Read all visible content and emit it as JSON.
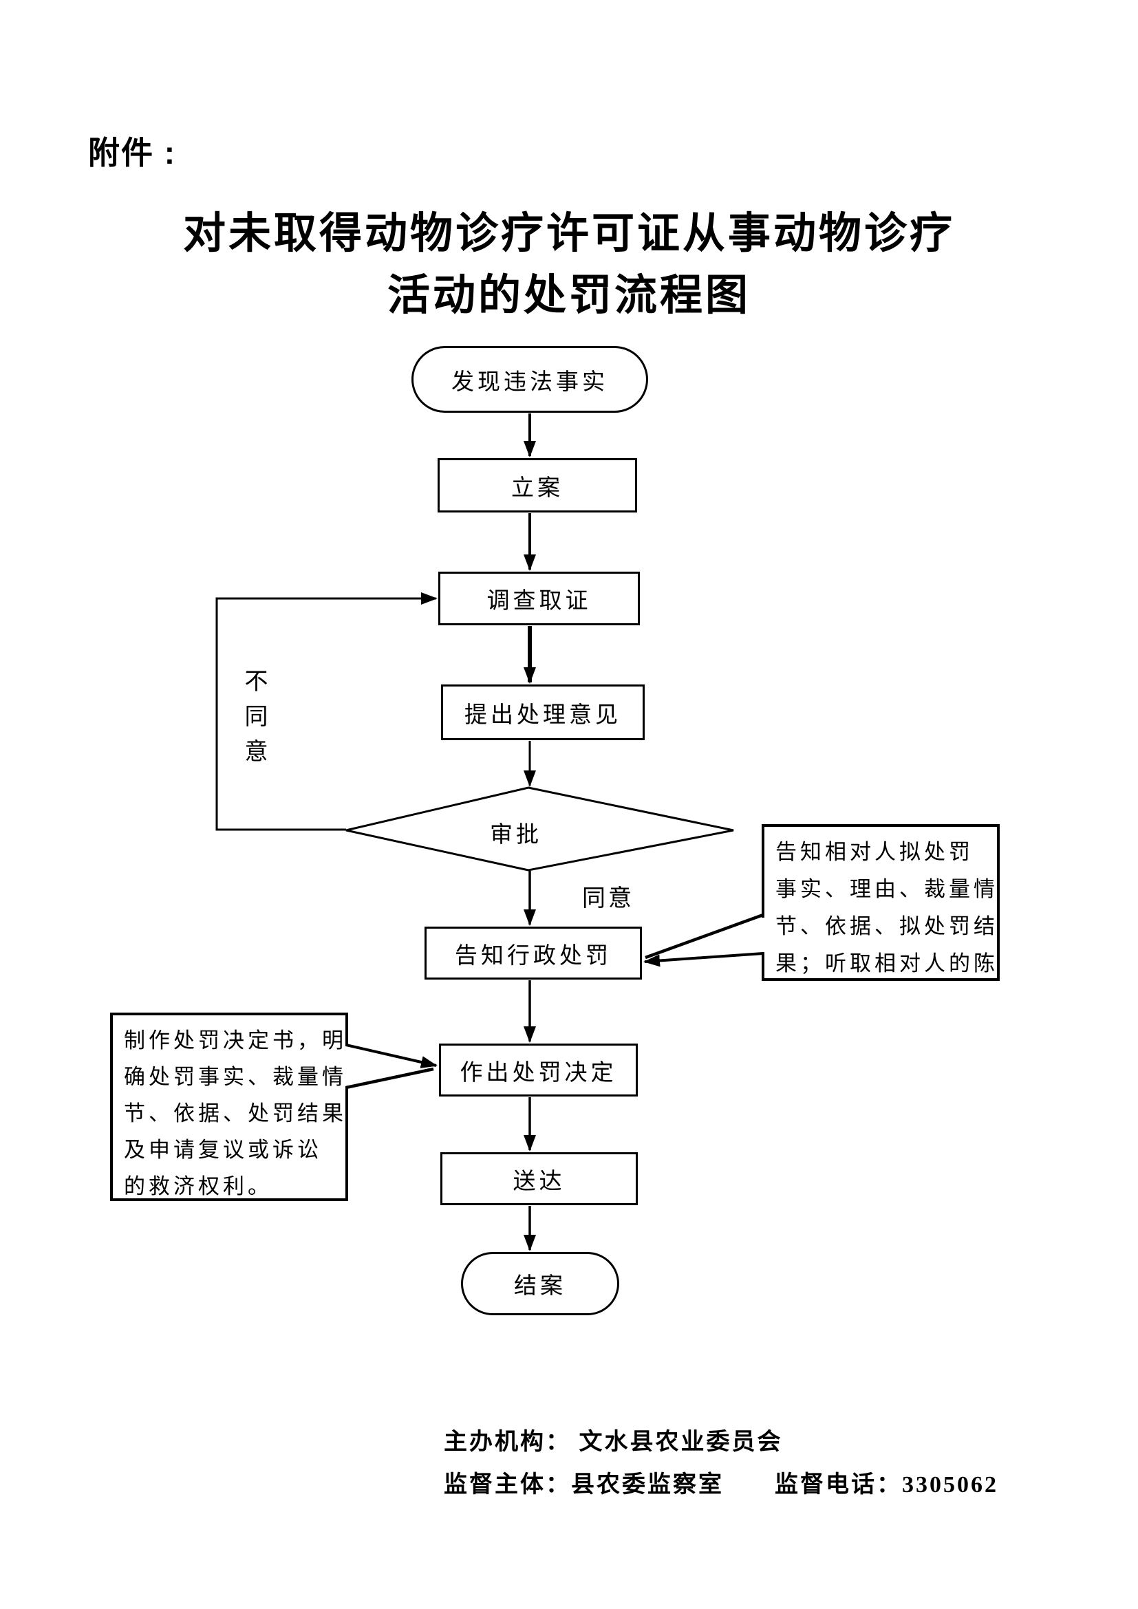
{
  "page": {
    "attachment_label": "附件 :",
    "title_line1": "对未取得动物诊疗许可证从事动物诊疗",
    "title_line2": "活动的处罚流程图"
  },
  "flowchart": {
    "nodes": {
      "start": "发现违法事实",
      "file_case": "立案",
      "investigate": "调查取证",
      "propose": "提出处理意见",
      "approve": "审批",
      "notify": "告知行政处罚",
      "decide": "作出处罚决定",
      "deliver": "送达",
      "close": "结案"
    },
    "labels": {
      "disagree": "不同意",
      "agree": "同意"
    },
    "callouts": {
      "right": {
        "lines": [
          "告知相对人拟处罚",
          "事实、理由、裁量情",
          "节、依据、拟处罚结",
          "果；听取相对人的陈"
        ]
      },
      "left": {
        "lines": [
          "制作处罚决定书，明",
          "确处罚事实、裁量情",
          "节、依据、处罚结果",
          "及申请复议或诉讼",
          "的救济权利。"
        ]
      }
    }
  },
  "footer": {
    "organizer": "主办机构：  文水县农业委员会",
    "supervisor": "监督主体：县农委监察室　　监督电话：3305062"
  },
  "colors": {
    "ink": "#000000",
    "background": "#ffffff"
  }
}
